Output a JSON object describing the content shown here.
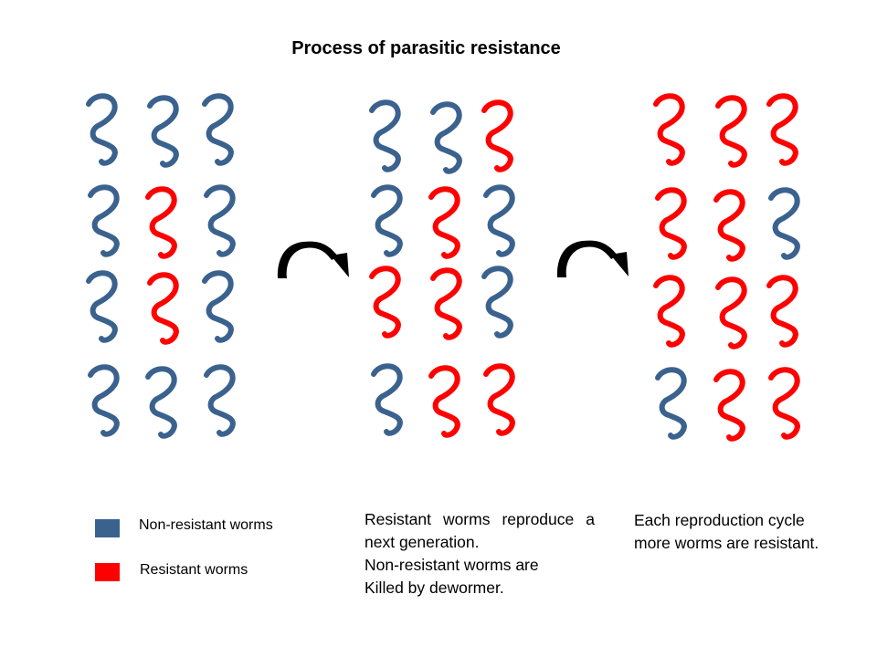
{
  "title": "Process of parasitic resistance",
  "colors": {
    "non_resistant": "#3b628e",
    "resistant": "#ff0000",
    "arrow": "#000000"
  },
  "panels": [
    {
      "name": "before",
      "rows": [
        [
          "blue",
          "blue",
          "blue"
        ],
        [
          "blue",
          "red",
          "blue"
        ],
        [
          "blue",
          "red",
          "blue"
        ],
        [
          "blue",
          "blue",
          "blue"
        ]
      ]
    },
    {
      "name": "after-one-generation",
      "rows": [
        [
          "blue",
          "blue",
          "red"
        ],
        [
          "blue",
          "red",
          "blue"
        ],
        [
          "red",
          "red",
          "blue"
        ],
        [
          "blue",
          "red",
          "red"
        ]
      ]
    },
    {
      "name": "after-many-generations",
      "rows": [
        [
          "red",
          "red",
          "red"
        ],
        [
          "red",
          "red",
          "blue"
        ],
        [
          "red",
          "red",
          "red"
        ],
        [
          "blue",
          "red",
          "red"
        ]
      ]
    }
  ],
  "legend": {
    "non_resistant_label": "Non-resistant worms",
    "resistant_label": "Resistant worms"
  },
  "captions": {
    "middle": {
      "line1": "Resistant worms reproduce a",
      "line2": "next generation.",
      "line3": "Non-resistant worms are",
      "line4": "Killed by dewormer."
    },
    "right": {
      "line1": "Each reproduction cycle",
      "line2": "more worms are resistant."
    }
  }
}
